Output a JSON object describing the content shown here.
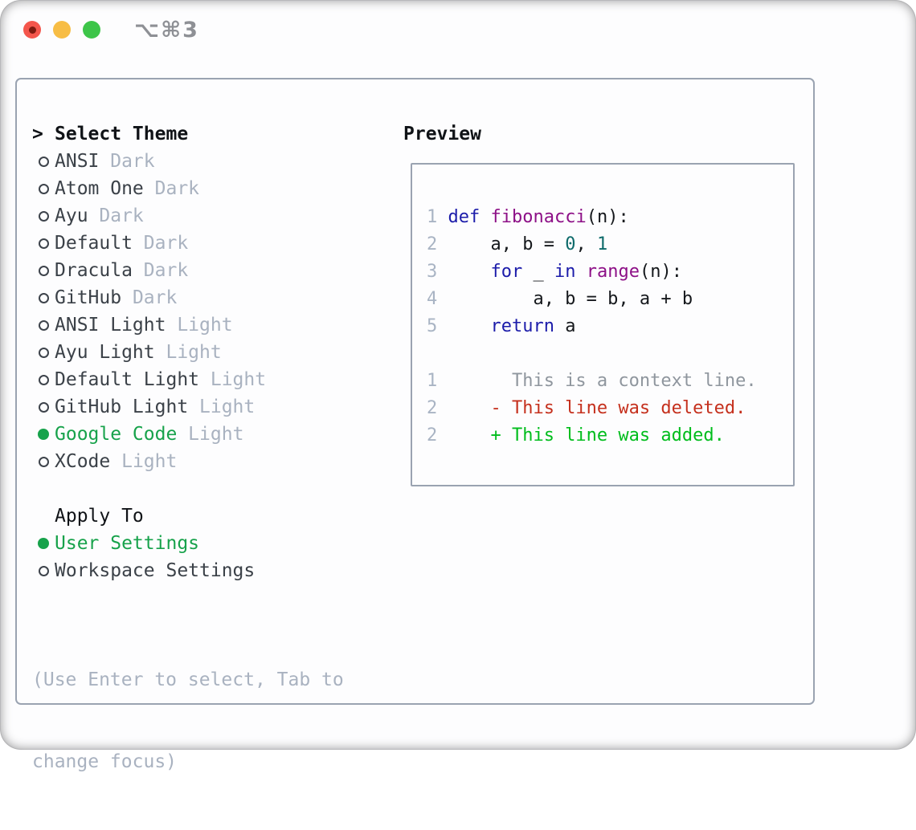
{
  "window": {
    "title": "⌥⌘3"
  },
  "theme_list": {
    "cursor": ">",
    "heading": "Select Theme",
    "items": [
      {
        "name": "ANSI",
        "variant": "Dark",
        "selected": false
      },
      {
        "name": "Atom One",
        "variant": "Dark",
        "selected": false
      },
      {
        "name": "Ayu",
        "variant": "Dark",
        "selected": false
      },
      {
        "name": "Default",
        "variant": "Dark",
        "selected": false
      },
      {
        "name": "Dracula",
        "variant": "Dark",
        "selected": false
      },
      {
        "name": "GitHub",
        "variant": "Dark",
        "selected": false
      },
      {
        "name": "ANSI Light",
        "variant": "Light",
        "selected": false
      },
      {
        "name": "Ayu Light",
        "variant": "Light",
        "selected": false
      },
      {
        "name": "Default Light",
        "variant": "Light",
        "selected": false
      },
      {
        "name": "GitHub Light",
        "variant": "Light",
        "selected": false
      },
      {
        "name": "Google Code",
        "variant": "Light",
        "selected": true
      },
      {
        "name": "XCode",
        "variant": "Light",
        "selected": false
      }
    ]
  },
  "apply_to": {
    "heading": "Apply To",
    "options": [
      {
        "label": "User Settings",
        "selected": true
      },
      {
        "label": "Workspace Settings",
        "selected": false
      }
    ]
  },
  "help_text": [
    "(Use Enter to select, Tab to",
    "change focus)"
  ],
  "preview": {
    "heading": "Preview",
    "code_lines": [
      {
        "num": "1",
        "tokens": [
          {
            "t": "def",
            "c": "kwd"
          },
          {
            "t": " ",
            "c": "pln"
          },
          {
            "t": "fibonacci",
            "c": "typ"
          },
          {
            "t": "(n):",
            "c": "pln"
          }
        ]
      },
      {
        "num": "2",
        "tokens": [
          {
            "t": "    a, b = ",
            "c": "pln"
          },
          {
            "t": "0",
            "c": "lit"
          },
          {
            "t": ", ",
            "c": "pln"
          },
          {
            "t": "1",
            "c": "lit"
          }
        ]
      },
      {
        "num": "3",
        "tokens": [
          {
            "t": "    ",
            "c": "pln"
          },
          {
            "t": "for",
            "c": "kwd"
          },
          {
            "t": " _ ",
            "c": "pln"
          },
          {
            "t": "in",
            "c": "kwd"
          },
          {
            "t": " ",
            "c": "pln"
          },
          {
            "t": "range",
            "c": "typ"
          },
          {
            "t": "(n):",
            "c": "pln"
          }
        ]
      },
      {
        "num": "4",
        "tokens": [
          {
            "t": "        a, b = b, a + b",
            "c": "pln"
          }
        ]
      },
      {
        "num": "5",
        "tokens": [
          {
            "t": "    ",
            "c": "pln"
          },
          {
            "t": "return",
            "c": "kwd"
          },
          {
            "t": " a",
            "c": "pln"
          }
        ]
      }
    ],
    "diff_lines": [
      {
        "num": "1",
        "text": "      This is a context line.",
        "kind": "context"
      },
      {
        "num": "2",
        "text": "    - This line was deleted.",
        "kind": "deleted"
      },
      {
        "num": "2",
        "text": "    + This line was added.",
        "kind": "added"
      }
    ]
  },
  "colors": {
    "traffic_red": "#f4564c",
    "traffic_red_dot": "#7e1b10",
    "traffic_yellow": "#f7bd45",
    "traffic_green": "#3dc549",
    "title_text": "#8e9095",
    "panel_border": "#9aa3b1",
    "heading_text": "#101317",
    "primary_text": "#3b4148",
    "muted_text": "#a9b2c0",
    "circle_stroke": "#3d434b",
    "ui_green": "#17a24b",
    "line_number": "#a9b4c4",
    "code_keyword": "#1c1caa",
    "code_function": "#8d1087",
    "code_literal": "#0d6a6a",
    "code_plain": "#15181c",
    "diff_context": "#8f969e",
    "diff_deleted": "#c5301d",
    "diff_added": "#00bd1c"
  }
}
